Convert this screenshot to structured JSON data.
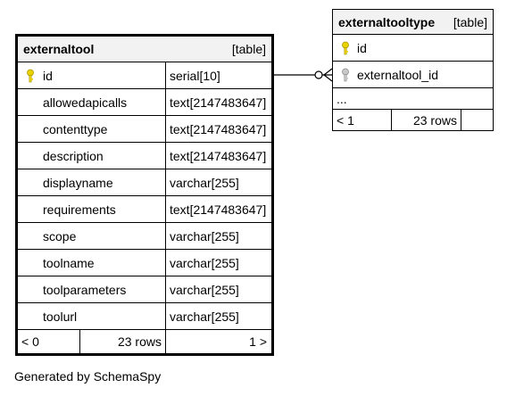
{
  "footer_text": "Generated by SchemaSpy",
  "main_table": {
    "name": "externaltool",
    "kind": "[table]",
    "columns": [
      {
        "name": "id",
        "type": "serial[10]",
        "key": "primary"
      },
      {
        "name": "allowedapicalls",
        "type": "text[2147483647]"
      },
      {
        "name": "contenttype",
        "type": "text[2147483647]"
      },
      {
        "name": "description",
        "type": "text[2147483647]"
      },
      {
        "name": "displayname",
        "type": "varchar[255]"
      },
      {
        "name": "requirements",
        "type": "text[2147483647]"
      },
      {
        "name": "scope",
        "type": "varchar[255]"
      },
      {
        "name": "toolname",
        "type": "varchar[255]"
      },
      {
        "name": "toolparameters",
        "type": "varchar[255]"
      },
      {
        "name": "toolurl",
        "type": "varchar[255]"
      }
    ],
    "footer": {
      "parents": "< 0",
      "rows": "23 rows",
      "children": "1 >"
    }
  },
  "related_table": {
    "name": "externaltooltype",
    "kind": "[table]",
    "columns": [
      {
        "name": "id",
        "key": "primary"
      },
      {
        "name": "externaltool_id",
        "key": "foreign"
      }
    ],
    "ellipsis": "...",
    "footer": {
      "parents": "< 1",
      "rows": "23 rows",
      "children": ""
    }
  },
  "colors": {
    "primary_key": "#e8d200",
    "foreign_key": "#b0b0b0",
    "header_bg": "#f2f2f2"
  }
}
